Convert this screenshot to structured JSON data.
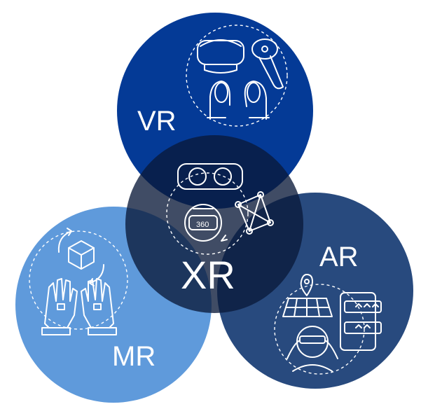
{
  "diagram": {
    "center": {
      "label": "XR",
      "color": "#0a1a3a"
    },
    "circles": [
      {
        "key": "vr",
        "label": "VR",
        "color": "#043a96"
      },
      {
        "key": "ar",
        "label": "AR",
        "color": "#284a7e"
      },
      {
        "key": "mr",
        "label": "MR",
        "color": "#5f9adb"
      }
    ],
    "icons": {
      "vr": [
        "vr-headset-icon",
        "vr-controller-icon",
        "hands-touch-icon"
      ],
      "xr": [
        "vr-goggles-icon",
        "headset-360-icon",
        "network-nodes-icon"
      ],
      "ar": [
        "map-pin-icon",
        "phone-reviews-icon",
        "person-ar-glasses-icon"
      ],
      "mr": [
        "rotate-cube-icon",
        "sensor-gloves-icon"
      ]
    },
    "badge_360": "360"
  }
}
